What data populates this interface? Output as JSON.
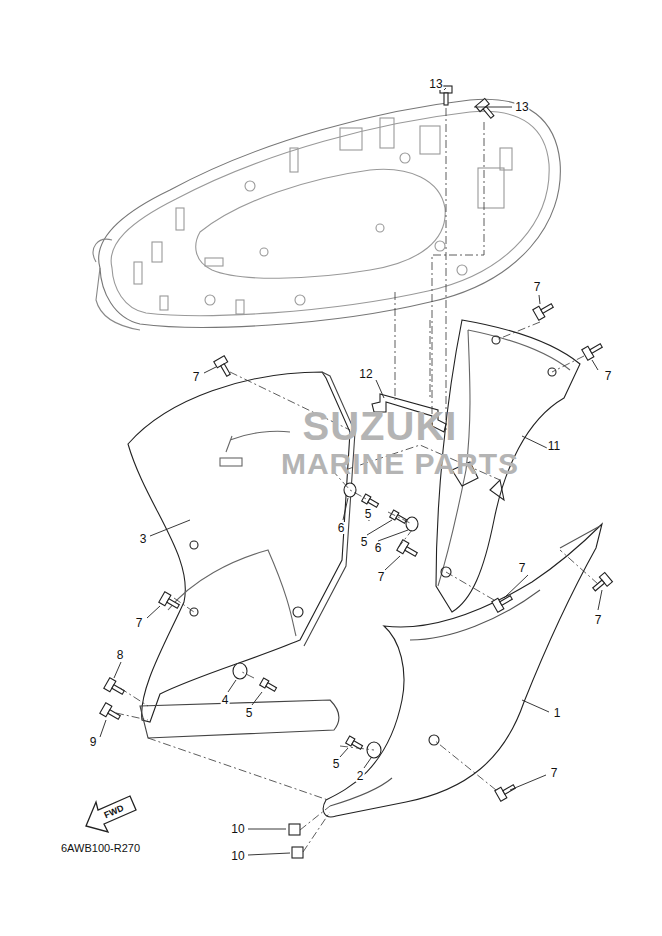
{
  "diagram": {
    "labels": [
      "13",
      "13",
      "7",
      "7",
      "7",
      "12",
      "11",
      "3",
      "6",
      "5",
      "5",
      "6",
      "7",
      "7",
      "7",
      "7",
      "8",
      "9",
      "4",
      "5",
      "1",
      "5",
      "2",
      "7",
      "10",
      "10",
      "SUZUKI",
      "MARINE PARTS",
      "FWD",
      "6AWB100-R270"
    ]
  }
}
